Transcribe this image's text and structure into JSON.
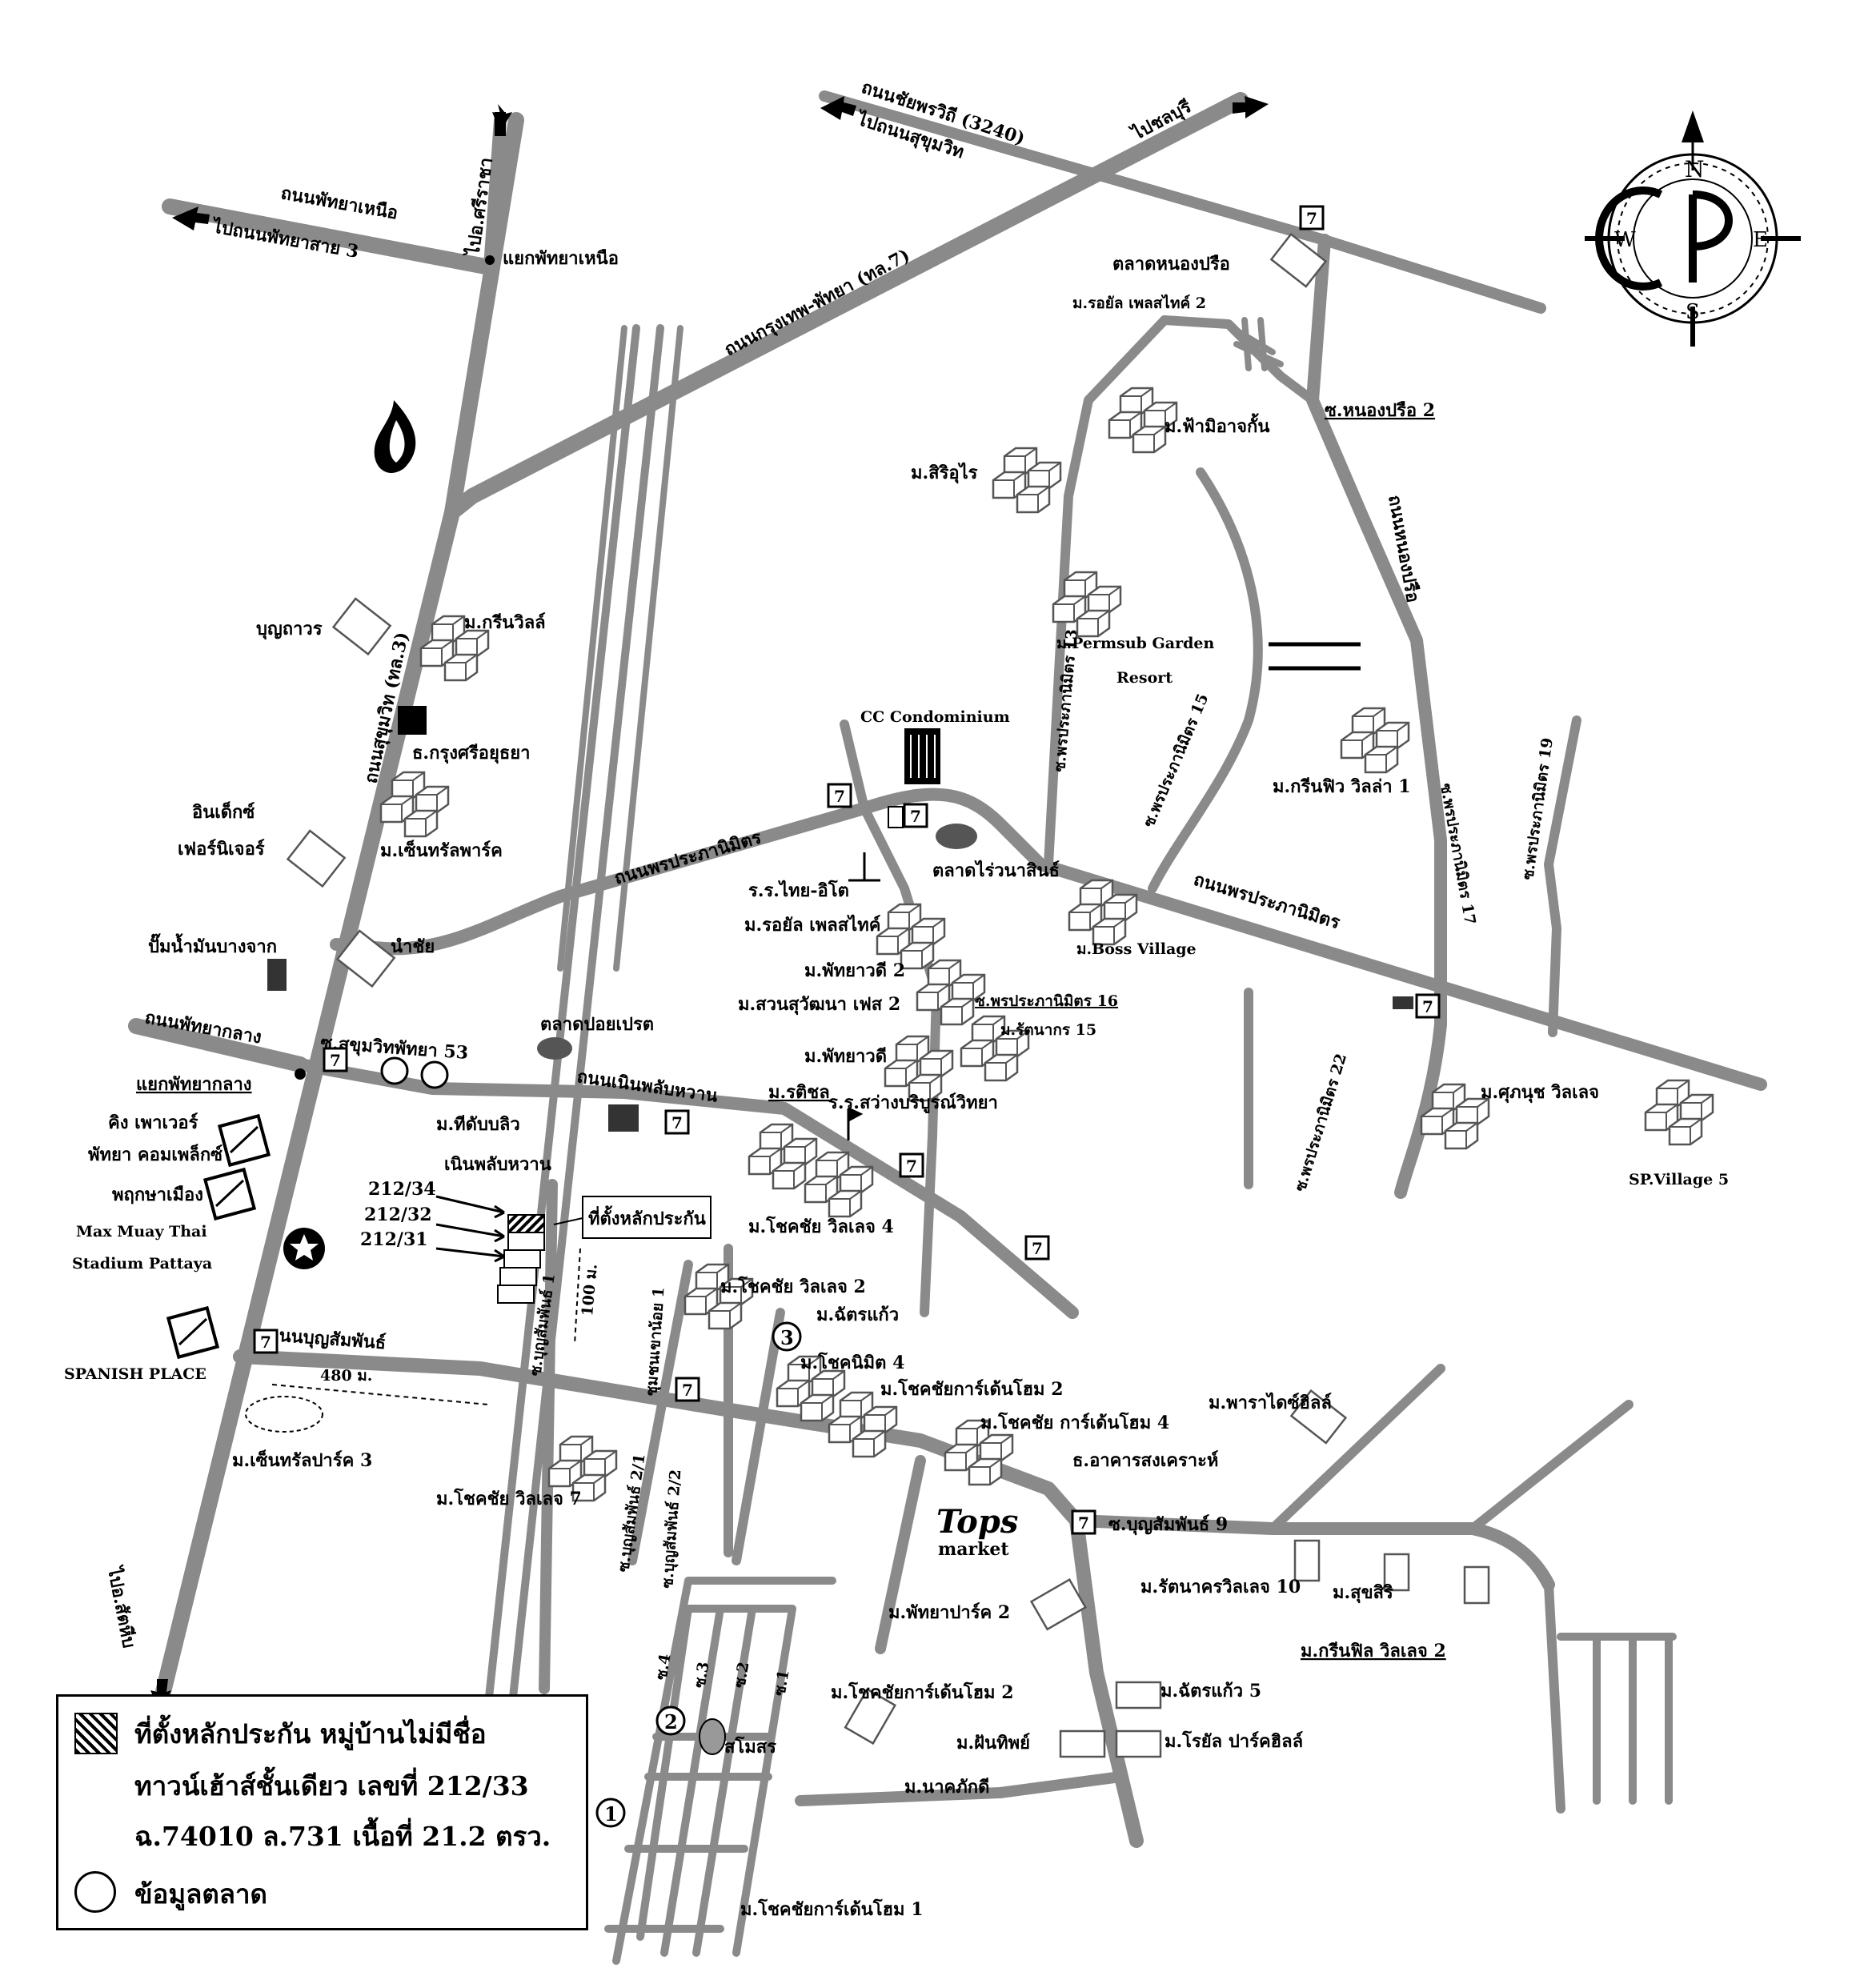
{
  "compass": {
    "n": "N",
    "s": "S",
    "e": "E",
    "w": "W"
  },
  "roads": {
    "pattaya_nuea": "ถนนพัทยาเหนือ",
    "to_pattaya_sai3": "ไปถนนพัทยาสาย 3",
    "to_sriracha": "ไปอ.ศรีราชา",
    "yaek_pattaya_nuea": "แยกพัทยาเหนือ",
    "chaiyaphruek": "ถนนชัยพรวิถี (3240)",
    "to_sukhumvit": "ไปถนนสุขุมวิท",
    "to_chonburi": "ไปชลบุรี",
    "krungthep_pattaya": "ถนนกรุงเทพ-พัทยา (ทล.7)",
    "sukhumvit": "ถนนสุขุมวิท (ทล.3)",
    "phonprapanimit_w": "ถนนพรประภานิมิตร",
    "phonprapanimit_e": "ถนนพรประภานิมิตร",
    "nong_prue_rd": "ถนนหนองปรือ",
    "soi_nong_prue2": "ซ.หนองปรือ 2",
    "soi_pp13": "ซ.พรประภานิมิตร 13",
    "soi_pp15": "ซ.พรประภานิมิตร 15",
    "soi_pp17": "ซ.พรประภานิมิตร 17",
    "soi_pp19": "ซ.พรประภานิมิตร 19",
    "soi_pp22": "ซ.พรประภานิมิตร 22",
    "soi_pp16": "ซ.พรประภานิมิตร 16",
    "pattaya_klang": "ถนนพัทยากลาง",
    "yaek_pattaya_klang": "แยกพัทยากลาง",
    "soi_sukhumvit53": "ซ.สุขุมวิทพัทยา 53",
    "noen_phlap_wan": "ถนนเนินพลับหวาน",
    "bunsamphan": "ถนนบุญสัมพันธ์",
    "soi_bunsamphan1": "ซ.บุญสัมพันธ์ 1",
    "soi_bunsamphan21": "ซ.บุญสัมพันธ์ 2/1",
    "soi_bunsamphan22": "ซ.บุญสัมพันธ์ 2/2",
    "soi_bunsamphan9": "ซ.บุญสัมพันธ์ 9",
    "chumchon_khao_noi": "ชุมชนเขาน้อย 1",
    "to_sattahip": "ไปอ.สัตหีบ",
    "soi4": "ซ.4",
    "soi3": "ซ.3",
    "soi2": "ซ.2",
    "soi1": "ซ.1",
    "dist_480": "480 ม.",
    "dist_100": "100 ม."
  },
  "places": {
    "talat_nong_prue": "ตลาดหนองปรือ",
    "royal_place2": "ม.รอยัล เพลสไทค์ 2",
    "fa_mi_chakan": "ม.ฟ้ามิอาจกั้น",
    "siri_arai": "ม.สิริอุไร",
    "permsub1": "ม.Permsub Garden",
    "permsub2": "Resort",
    "bunthavorn": "บุญถาวร",
    "green_ville": "ม.กรีนวิลล์",
    "krungsri": "ธ.กรุงศรีอยุธยา",
    "cc_condo": "CC Condominium",
    "green_view": "ม.กรีนฟิว วิลล่า 1",
    "index1": "อินเด็กซ์",
    "index2": "เฟอร์นิเจอร์",
    "central_park": "ม.เซ็นทรัลพาร์ค",
    "talat_rai": "ตลาดไร่วนาสินธ์",
    "thai_ito": "ร.ร.ไทย-อิโต",
    "royal_place": "ม.รอยัล เพลสไทค์",
    "boss_village": "ม.Boss Village",
    "pump1": "ปั๊มน้ำมันบางจาก",
    "nam_chai": "นำชัย",
    "pattaya_dee2": "ม.พัทยาวดี 2",
    "suan_suwana": "ม.สวนสุวัฒนา เฟส 2",
    "rattanakorn15": "ม.รัตนากร 15",
    "talat_poi": "ตลาดปอยเปรต",
    "pattaya_dee": "ม.พัทยาวดี",
    "ratchada": "ม.รติชล",
    "sawang": "ร.ร.สว่างบริบูรณ์วิทยา",
    "supanut": "ม.ศุภนุช วิลเลจ",
    "king_power1": "คิง เพาเวอร์",
    "king_power2": "พัทยา คอมเพล็กซ์",
    "the_dublin1": "ม.ทีดับบลิว",
    "the_dublin2": "เนินพลับหวาน",
    "phruksa_muang": "พฤกษาเมือง",
    "sp_village5": "SP.Village 5",
    "max_muay1": "Max Muay Thai",
    "max_muay2": "Stadium Pattaya",
    "chokchai_v4": "ม.โชคชัย วิลเลจ 4",
    "legend_box": "ที่ตั้งหลักประกัน",
    "lot1": "212/34",
    "lot2": "212/32",
    "lot3": "212/31",
    "chokchai_v2": "ม.โชคชัย วิลเลจ 2",
    "chattrakaew": "ม.ฉัตรแก้ว",
    "chokniwit4": "ม.โชคนิมิต 4",
    "chokchai_gh2": "ม.โชคชัยการ์เด้นโฮม 2",
    "paradise_hill": "ม.พาราไดซ์ฮิลล์",
    "spanish": "SPANISH PLACE",
    "chokchai_gh4": "ม.โชคชัย การ์เด้นโฮม 4",
    "ghb_bank": "ธ.อาคารสงเคราะห์",
    "central_park3": "ม.เซ็นทรัลปาร์ค 3",
    "chokchai_v7": "ม.โชคชัย วิลเลจ 7",
    "tops1": "Tops",
    "tops2": "market",
    "rattanakorn_v10": "ม.รัตนาครวิลเลจ 10",
    "suksiri": "ม.สุขสิริ",
    "greenfield_v2": "ม.กรีนฟิล วิลเลจ 2",
    "pattaya_park2": "ม.พัทยาปาร์ค 2",
    "chokchai_gh2b": "ม.โชคชัยการ์เด้นโฮม 2",
    "chattrakaew5": "ม.ฉัตรแก้ว 5",
    "fan_thip": "ม.ฝันทิพย์",
    "royal_park_hill": "ม.โรยัล ปาร์คฮิลล์",
    "samosorn": "สโมสร",
    "nak_phakdi": "ม.นาคภักดี",
    "chokchai_gh1": "ม.โชคชัยการ์เด้นโฮม 1",
    "num1": "1",
    "num2": "2",
    "num3": "3",
    "seven": "7"
  },
  "legend": {
    "line1": "ที่ตั้งหลักประกัน หมู่บ้านไม่มีชื่อ",
    "line2": "ทาวน์เฮ้าส์ชั้นเดียว เลขที่ 212/33",
    "line3": "ฉ.74010 ล.731 เนื้อที่ 21.2 ตรว.",
    "line4": "ข้อมูลตลาด"
  }
}
